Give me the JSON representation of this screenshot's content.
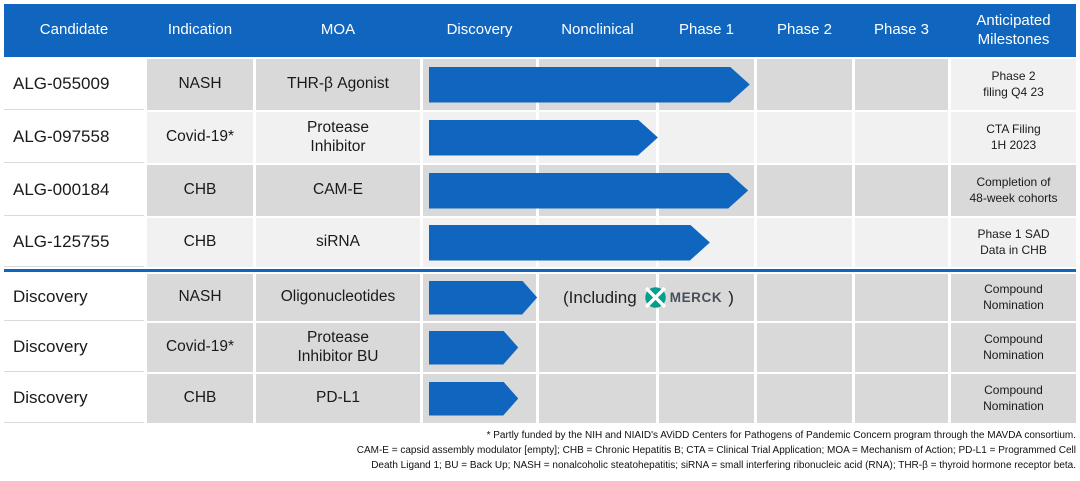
{
  "header": {
    "columns": [
      "Candidate",
      "Indication",
      "MOA",
      "Discovery",
      "Nonclinical",
      "Phase 1",
      "Phase 2",
      "Phase 3",
      "Anticipated\nMilestones"
    ]
  },
  "rows": [
    {
      "candidate": "ALG-055009",
      "indication": "NASH",
      "moa": "THR-β Agonist",
      "milestone": "Phase 2\nfiling Q4 23",
      "phase_reached": "Phase 1",
      "bar_pct": 61.1
    },
    {
      "candidate": "ALG-097558",
      "indication": "Covid-19*",
      "moa": "Protease\nInhibitor",
      "milestone": "CTA Filing\n1H 2023",
      "phase_reached": "Nonclinical",
      "bar_pct": 43.6
    },
    {
      "candidate": "ALG-000184",
      "indication": "CHB",
      "moa": "CAM-E",
      "milestone": "Completion of\n48-week cohorts",
      "phase_reached": "Phase 1",
      "bar_pct": 60.8
    },
    {
      "candidate": "ALG-125755",
      "indication": "CHB",
      "moa": "siRNA",
      "milestone": "Phase 1 SAD\nData in CHB",
      "phase_reached": "Phase 1",
      "bar_pct": 53.5
    },
    {
      "candidate": "Discovery",
      "indication": "NASH",
      "moa": "Oligonucleotides",
      "milestone": "Compound\nNomination",
      "phase_reached": "Discovery",
      "bar_pct": 20.6
    },
    {
      "candidate": "Discovery",
      "indication": "Covid-19*",
      "moa": "Protease\nInhibitor BU",
      "milestone": "Compound\nNomination",
      "phase_reached": "Discovery",
      "bar_pct": 17
    },
    {
      "candidate": "Discovery",
      "indication": "CHB",
      "moa": "PD-L1",
      "milestone": "Compound\nNomination",
      "phase_reached": "Discovery",
      "bar_pct": 17
    }
  ],
  "partner_note": {
    "prefix": "(Including",
    "partner": "MERCK",
    "suffix": ")"
  },
  "footnotes": [
    "* Partly funded by the NIH and NIAID's AViDD Centers for Pathogens of Pandemic Concern program through the MAVDA consortium.",
    "CAM-E = capsid assembly modulator [empty]; CHB = Chronic Hepatitis B; CTA = Clinical Trial Application; MOA = Mechanism of Action; PD-L1 = Programmed Cell",
    "Death Ligand 1; BU = Back Up; NASH = nonalcoholic steatohepatitis; siRNA = small interfering ribonucleic acid (RNA); THR-β = thyroid hormone receptor beta."
  ],
  "colors": {
    "accent_blue": "#1066BF",
    "row_gray": "#d9d9d9",
    "row_light": "#f1f1f1",
    "merck_teal": "#00a08e",
    "merck_wordmark": "#47505a"
  },
  "chart_data": {
    "type": "table",
    "title": "Drug development pipeline",
    "stages": [
      "Discovery",
      "Nonclinical",
      "Phase 1",
      "Phase 2",
      "Phase 3"
    ],
    "series": [
      {
        "name": "ALG-055009 (NASH, THR-β Agonist)",
        "progress_stage": "Phase 1",
        "progress_pct_of_track": 61.1,
        "milestone": "Phase 2 filing Q4 23"
      },
      {
        "name": "ALG-097558 (Covid-19*, Protease Inhibitor)",
        "progress_stage": "Nonclinical",
        "progress_pct_of_track": 43.6,
        "milestone": "CTA Filing 1H 2023"
      },
      {
        "name": "ALG-000184 (CHB, CAM-E)",
        "progress_stage": "Phase 1",
        "progress_pct_of_track": 60.8,
        "milestone": "Completion of 48-week cohorts"
      },
      {
        "name": "ALG-125755 (CHB, siRNA)",
        "progress_stage": "Phase 1",
        "progress_pct_of_track": 53.5,
        "milestone": "Phase 1 SAD Data in CHB"
      },
      {
        "name": "Discovery (NASH, Oligonucleotides, including Merck)",
        "progress_stage": "Discovery",
        "progress_pct_of_track": 20.6,
        "milestone": "Compound Nomination"
      },
      {
        "name": "Discovery (Covid-19*, Protease Inhibitor BU)",
        "progress_stage": "Discovery",
        "progress_pct_of_track": 17,
        "milestone": "Compound Nomination"
      },
      {
        "name": "Discovery (CHB, PD-L1)",
        "progress_stage": "Discovery",
        "progress_pct_of_track": 17,
        "milestone": "Compound Nomination"
      }
    ],
    "legend_position": "none",
    "grid": "cell-shading"
  }
}
